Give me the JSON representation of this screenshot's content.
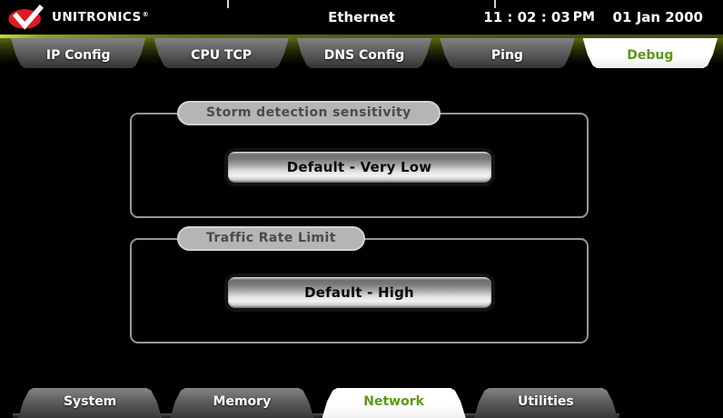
{
  "topbar": {
    "brand": "UNITRONICS",
    "trademark": "®",
    "title": "Ethernet",
    "time": "11 : 02 : 03",
    "meridiem": "PM",
    "date": "01 Jan 2000"
  },
  "top_tabs": [
    {
      "label": "IP Config",
      "active": false
    },
    {
      "label": "CPU TCP",
      "active": false
    },
    {
      "label": "DNS Config",
      "active": false
    },
    {
      "label": "Ping",
      "active": false
    },
    {
      "label": "Debug",
      "active": true
    }
  ],
  "panels": [
    {
      "title": "Storm detection sensitivity",
      "button_label": "Default - Very Low"
    },
    {
      "title": "Traffic Rate Limit",
      "button_label": "Default - High"
    }
  ],
  "bottom_tabs": [
    {
      "label": "System",
      "active": false
    },
    {
      "label": "Memory",
      "active": false
    },
    {
      "label": "Network",
      "active": true
    },
    {
      "label": "Utilities",
      "active": false
    }
  ],
  "colors": {
    "accent_green": "#5a9a10",
    "brand_red": "#e11a27",
    "screen_bg": "#000000",
    "tab_gray": "#5c5c5c",
    "group_border": "#92989e",
    "pill_bg": "#b5b5b5"
  },
  "icons": {
    "logo": "unitronics-v-logo"
  }
}
